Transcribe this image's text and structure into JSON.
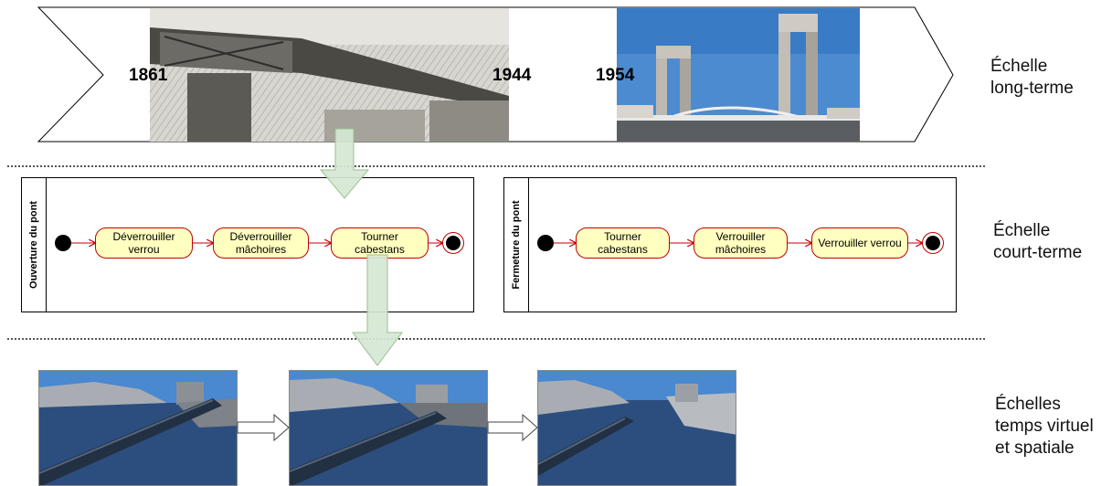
{
  "timeline": {
    "years": [
      "1861",
      "1944",
      "1954"
    ]
  },
  "scales": {
    "long_term": "Échelle\nlong-terme",
    "short_term": "Échelle\ncourt-terme",
    "virtual": "Échelles\ntemps virtuel\net spatiale"
  },
  "opening": {
    "title": "Ouverture du pont",
    "actions": [
      "Déverrouiller\nverrou",
      "Déverrouiller\nmâchoires",
      "Tourner\ncabestans"
    ]
  },
  "closing": {
    "title": "Fermeture du pont",
    "actions": [
      "Tourner\ncabestans",
      "Verrouiller\nmâchoires",
      "Verrouiller verrou"
    ]
  },
  "colors": {
    "action_fill": "#ffffc0",
    "action_border": "#c00000",
    "flow_arrow": "#c00000",
    "big_arrow_fill": "#d5e8d4",
    "big_arrow_stroke": "#9dbf92",
    "sky": "#3f7fc4",
    "water": "#2b4e7e"
  }
}
